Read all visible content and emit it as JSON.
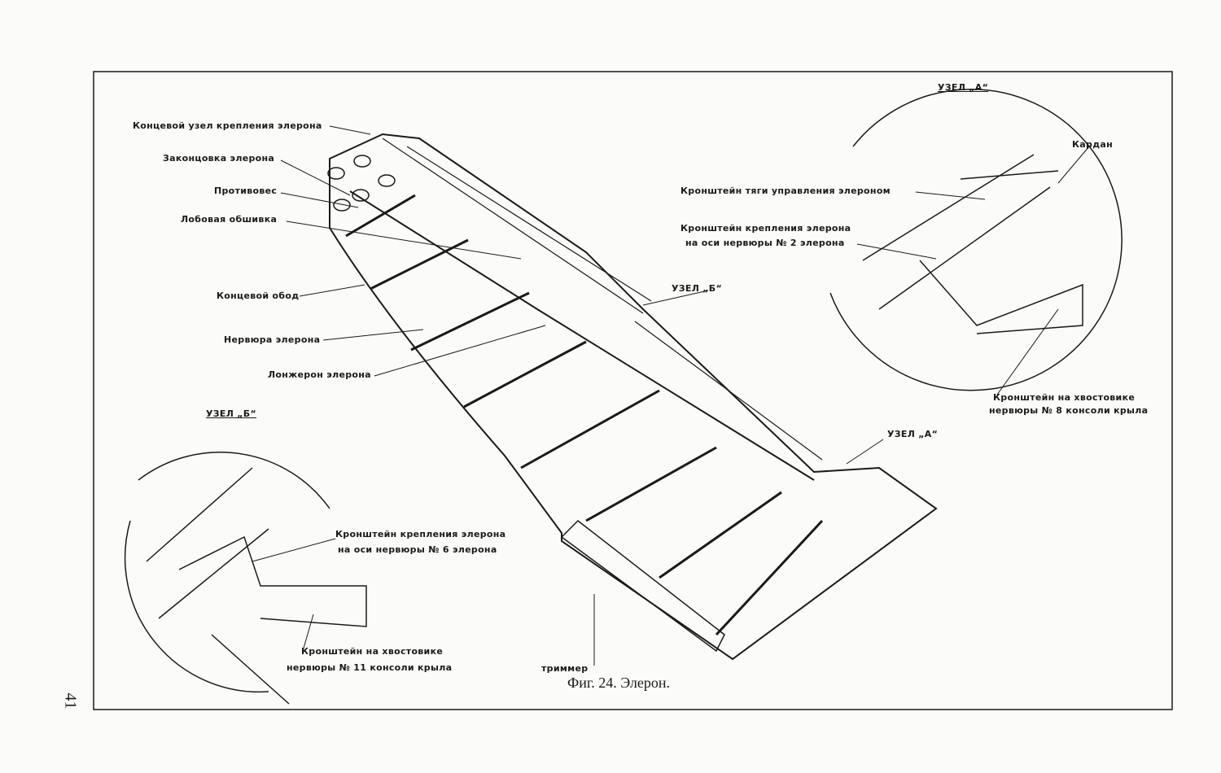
{
  "labels": {
    "tip_fitting": "Концевой узел крепления элерона",
    "tip_fairing": "Законцовка элерона",
    "counterweight": "Противовес",
    "leading_skin": "Лобовая обшивка",
    "tip_rim": "Концевой обод",
    "rib": "Нервюра элерона",
    "spar": "Лонжерон элерона",
    "node_b_ref": "УЗЕЛ „Б“",
    "node_a_ref": "УЗЕЛ „А“",
    "trimmer": "триммер"
  },
  "node_a": {
    "title": "УЗЕЛ „А“",
    "cardan": "Кардан",
    "control_rod_bracket": "Кронштейн тяги управления элероном",
    "mount_bracket_line1": "Кронштейн крепления элерона",
    "mount_bracket_line2": "на оси нервюры № 2 элерона",
    "tail_bracket_line1": "Кронштейн на хвостовике",
    "tail_bracket_line2": "нервюры № 8 консоли крыла"
  },
  "node_b": {
    "title": "УЗЕЛ „Б“",
    "mount_bracket_line1": "Кронштейн крепления элерона",
    "mount_bracket_line2": "на оси нервюры № 6 элерона",
    "tail_bracket_line1": "Кронштейн на хвостовике",
    "tail_bracket_line2": "нервюры № 11 консоли крыла"
  },
  "caption": "Фиг. 24. Элерон.",
  "page_number": "41"
}
